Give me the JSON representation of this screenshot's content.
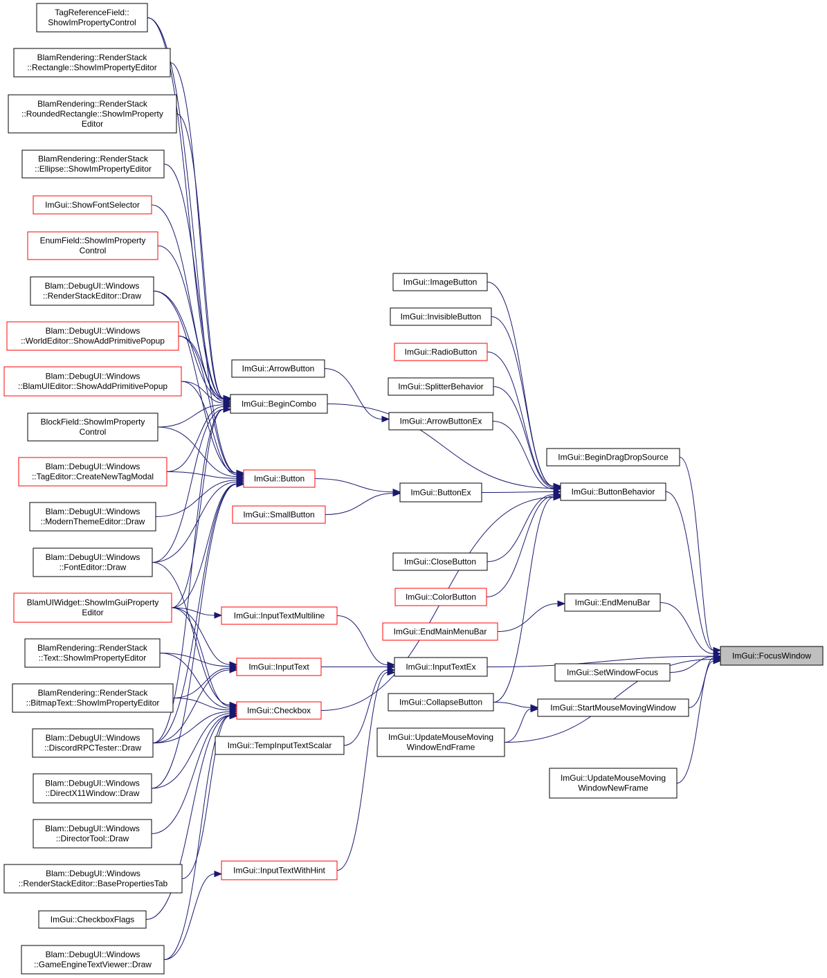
{
  "graph": {
    "colors": {
      "edge": "#191970",
      "normal_border": "#000000",
      "truncated_border": "#ff0000",
      "focus_fill": "#bfbfbf",
      "node_fill": "#ffffff"
    },
    "nodes": [
      {
        "id": "focuswindow",
        "lines": [
          "ImGui::FocusWindow"
        ],
        "style": "focus"
      },
      {
        "id": "begindragdropsource",
        "lines": [
          "ImGui::BeginDragDropSource"
        ],
        "style": "normal"
      },
      {
        "id": "buttonbehavior",
        "lines": [
          "ImGui::ButtonBehavior"
        ],
        "style": "normal"
      },
      {
        "id": "endmenubar",
        "lines": [
          "ImGui::EndMenuBar"
        ],
        "style": "normal"
      },
      {
        "id": "setwindowfocus",
        "lines": [
          "ImGui::SetWindowFocus"
        ],
        "style": "normal"
      },
      {
        "id": "startmousemovingwindow",
        "lines": [
          "ImGui::StartMouseMovingWindow"
        ],
        "style": "normal"
      },
      {
        "id": "updatemousemovingwindowendframe",
        "lines": [
          "ImGui::UpdateMouseMoving",
          "WindowEndFrame"
        ],
        "style": "normal"
      },
      {
        "id": "updatemousemovingwindownewframe",
        "lines": [
          "ImGui::UpdateMouseMoving",
          "WindowNewFrame"
        ],
        "style": "normal"
      },
      {
        "id": "inputtextex",
        "lines": [
          "ImGui::InputTextEx"
        ],
        "style": "normal"
      },
      {
        "id": "imagebutton",
        "lines": [
          "ImGui::ImageButton"
        ],
        "style": "normal"
      },
      {
        "id": "invisiblebutton",
        "lines": [
          "ImGui::InvisibleButton"
        ],
        "style": "normal"
      },
      {
        "id": "radiobutton",
        "lines": [
          "ImGui::RadioButton"
        ],
        "style": "truncated"
      },
      {
        "id": "splitterbehavior",
        "lines": [
          "ImGui::SplitterBehavior"
        ],
        "style": "normal"
      },
      {
        "id": "arrowbuttonex",
        "lines": [
          "ImGui::ArrowButtonEx"
        ],
        "style": "normal"
      },
      {
        "id": "buttonex",
        "lines": [
          "ImGui::ButtonEx"
        ],
        "style": "normal"
      },
      {
        "id": "closebutton",
        "lines": [
          "ImGui::CloseButton"
        ],
        "style": "normal"
      },
      {
        "id": "colorbutton",
        "lines": [
          "ImGui::ColorButton"
        ],
        "style": "truncated"
      },
      {
        "id": "endmainmenubar",
        "lines": [
          "ImGui::EndMainMenuBar"
        ],
        "style": "truncated"
      },
      {
        "id": "collapsebutton",
        "lines": [
          "ImGui::CollapseButton"
        ],
        "style": "normal"
      },
      {
        "id": "arrowbutton",
        "lines": [
          "ImGui::ArrowButton"
        ],
        "style": "normal"
      },
      {
        "id": "begincombo",
        "lines": [
          "ImGui::BeginCombo"
        ],
        "style": "normal"
      },
      {
        "id": "button",
        "lines": [
          "ImGui::Button"
        ],
        "style": "truncated"
      },
      {
        "id": "smallbutton",
        "lines": [
          "ImGui::SmallButton"
        ],
        "style": "truncated"
      },
      {
        "id": "inputtextmultiline",
        "lines": [
          "ImGui::InputTextMultiline"
        ],
        "style": "truncated"
      },
      {
        "id": "inputtext",
        "lines": [
          "ImGui::InputText"
        ],
        "style": "truncated"
      },
      {
        "id": "checkbox",
        "lines": [
          "ImGui::Checkbox"
        ],
        "style": "truncated"
      },
      {
        "id": "tempinputtextscalar",
        "lines": [
          "ImGui::TempInputTextScalar"
        ],
        "style": "normal"
      },
      {
        "id": "inputtextwithhint",
        "lines": [
          "ImGui::InputTextWithHint"
        ],
        "style": "truncated"
      },
      {
        "id": "tagreferencefield",
        "lines": [
          "TagReferenceField::",
          "ShowImPropertyControl"
        ],
        "style": "normal"
      },
      {
        "id": "rectangle",
        "lines": [
          "BlamRendering::RenderStack",
          "::Rectangle::ShowImPropertyEditor"
        ],
        "style": "normal"
      },
      {
        "id": "roundedrectangle",
        "lines": [
          "BlamRendering::RenderStack",
          "::RoundedRectangle::ShowImProperty",
          "Editor"
        ],
        "style": "normal"
      },
      {
        "id": "ellipse",
        "lines": [
          "BlamRendering::RenderStack",
          "::Ellipse::ShowImPropertyEditor"
        ],
        "style": "normal"
      },
      {
        "id": "showfontselector",
        "lines": [
          "ImGui::ShowFontSelector"
        ],
        "style": "truncated"
      },
      {
        "id": "enumfield",
        "lines": [
          "EnumField::ShowImProperty",
          "Control"
        ],
        "style": "truncated"
      },
      {
        "id": "renderstackeditor_draw",
        "lines": [
          "Blam::DebugUI::Windows",
          "::RenderStackEditor::Draw"
        ],
        "style": "normal"
      },
      {
        "id": "worldeditor",
        "lines": [
          "Blam::DebugUI::Windows",
          "::WorldEditor::ShowAddPrimitivePopup"
        ],
        "style": "truncated"
      },
      {
        "id": "blamuieditor",
        "lines": [
          "Blam::DebugUI::Windows",
          "::BlamUIEditor::ShowAddPrimitivePopup"
        ],
        "style": "truncated"
      },
      {
        "id": "blockfield",
        "lines": [
          "BlockField::ShowImProperty",
          "Control"
        ],
        "style": "normal"
      },
      {
        "id": "tageditor",
        "lines": [
          "Blam::DebugUI::Windows",
          "::TagEditor::CreateNewTagModal"
        ],
        "style": "truncated"
      },
      {
        "id": "modernthemeeditor",
        "lines": [
          "Blam::DebugUI::Windows",
          "::ModernThemeEditor::Draw"
        ],
        "style": "normal"
      },
      {
        "id": "fonteditor",
        "lines": [
          "Blam::DebugUI::Windows",
          "::FontEditor::Draw"
        ],
        "style": "normal"
      },
      {
        "id": "blamuiwidget",
        "lines": [
          "BlamUIWidget::ShowImGuiProperty",
          "Editor"
        ],
        "style": "truncated"
      },
      {
        "id": "textrs",
        "lines": [
          "BlamRendering::RenderStack",
          "::Text::ShowImPropertyEditor"
        ],
        "style": "normal"
      },
      {
        "id": "bitmaptext",
        "lines": [
          "BlamRendering::RenderStack",
          "::BitmapText::ShowImPropertyEditor"
        ],
        "style": "normal"
      },
      {
        "id": "discordrpctester",
        "lines": [
          "Blam::DebugUI::Windows",
          "::DiscordRPCTester::Draw"
        ],
        "style": "normal"
      },
      {
        "id": "directx11window",
        "lines": [
          "Blam::DebugUI::Windows",
          "::DirectX11Window::Draw"
        ],
        "style": "normal"
      },
      {
        "id": "directortool",
        "lines": [
          "Blam::DebugUI::Windows",
          "::DirectorTool::Draw"
        ],
        "style": "normal"
      },
      {
        "id": "basepropertiestab",
        "lines": [
          "Blam::DebugUI::Windows",
          "::RenderStackEditor::BasePropertiesTab"
        ],
        "style": "normal"
      },
      {
        "id": "checkboxflags",
        "lines": [
          "ImGui::CheckboxFlags"
        ],
        "style": "normal"
      },
      {
        "id": "gameenginetextviewer",
        "lines": [
          "Blam::DebugUI::Windows",
          "::GameEngineTextViewer::Draw"
        ],
        "style": "normal"
      }
    ],
    "edges": [
      [
        "begindragdropsource",
        "focuswindow"
      ],
      [
        "buttonbehavior",
        "focuswindow"
      ],
      [
        "endmenubar",
        "focuswindow"
      ],
      [
        "setwindowfocus",
        "focuswindow"
      ],
      [
        "startmousemovingwindow",
        "focuswindow"
      ],
      [
        "updatemousemovingwindowendframe",
        "focuswindow"
      ],
      [
        "updatemousemovingwindownewframe",
        "focuswindow"
      ],
      [
        "inputtextex",
        "focuswindow"
      ],
      [
        "imagebutton",
        "buttonbehavior"
      ],
      [
        "invisiblebutton",
        "buttonbehavior"
      ],
      [
        "radiobutton",
        "buttonbehavior"
      ],
      [
        "splitterbehavior",
        "buttonbehavior"
      ],
      [
        "arrowbuttonex",
        "buttonbehavior"
      ],
      [
        "buttonex",
        "buttonbehavior"
      ],
      [
        "closebutton",
        "buttonbehavior"
      ],
      [
        "colorbutton",
        "buttonbehavior"
      ],
      [
        "collapsebutton",
        "buttonbehavior"
      ],
      [
        "begincombo",
        "buttonbehavior"
      ],
      [
        "checkbox",
        "buttonbehavior"
      ],
      [
        "endmainmenubar",
        "endmenubar"
      ],
      [
        "collapsebutton",
        "startmousemovingwindow"
      ],
      [
        "updatemousemovingwindowendframe",
        "startmousemovingwindow"
      ],
      [
        "arrowbutton",
        "arrowbuttonex"
      ],
      [
        "button",
        "buttonex"
      ],
      [
        "smallbutton",
        "buttonex"
      ],
      [
        "inputtextmultiline",
        "inputtextex"
      ],
      [
        "inputtext",
        "inputtextex"
      ],
      [
        "tempinputtextscalar",
        "inputtextex"
      ],
      [
        "inputtextwithhint",
        "inputtextex"
      ],
      [
        "tagreferencefield",
        "begincombo"
      ],
      [
        "rectangle",
        "begincombo"
      ],
      [
        "roundedrectangle",
        "begincombo"
      ],
      [
        "ellipse",
        "begincombo"
      ],
      [
        "showfontselector",
        "begincombo"
      ],
      [
        "enumfield",
        "begincombo"
      ],
      [
        "renderstackeditor_draw",
        "begincombo"
      ],
      [
        "worldeditor",
        "begincombo"
      ],
      [
        "blamuieditor",
        "begincombo"
      ],
      [
        "blockfield",
        "begincombo"
      ],
      [
        "tageditor",
        "begincombo"
      ],
      [
        "fonteditor",
        "begincombo"
      ],
      [
        "blamuiwidget",
        "begincombo"
      ],
      [
        "discordrpctester",
        "begincombo"
      ],
      [
        "renderstackeditor_draw",
        "button"
      ],
      [
        "worldeditor",
        "button"
      ],
      [
        "blamuieditor",
        "button"
      ],
      [
        "blockfield",
        "button"
      ],
      [
        "tageditor",
        "button"
      ],
      [
        "modernthemeeditor",
        "button"
      ],
      [
        "fonteditor",
        "button"
      ],
      [
        "blamuiwidget",
        "button"
      ],
      [
        "discordrpctester",
        "button"
      ],
      [
        "directx11window",
        "button"
      ],
      [
        "tagreferencefield",
        "button"
      ],
      [
        "blamuiwidget",
        "inputtextmultiline"
      ],
      [
        "textrs",
        "inputtext"
      ],
      [
        "bitmaptext",
        "inputtext"
      ],
      [
        "blamuiwidget",
        "inputtext"
      ],
      [
        "discordrpctester",
        "inputtext"
      ],
      [
        "fonteditor",
        "checkbox"
      ],
      [
        "textrs",
        "checkbox"
      ],
      [
        "bitmaptext",
        "checkbox"
      ],
      [
        "discordrpctester",
        "checkbox"
      ],
      [
        "directx11window",
        "checkbox"
      ],
      [
        "directortool",
        "checkbox"
      ],
      [
        "basepropertiestab",
        "checkbox"
      ],
      [
        "checkboxflags",
        "checkbox"
      ],
      [
        "gameenginetextviewer",
        "checkbox"
      ],
      [
        "blamuiwidget",
        "checkbox"
      ],
      [
        "gameenginetextviewer",
        "inputtextwithhint"
      ]
    ]
  }
}
